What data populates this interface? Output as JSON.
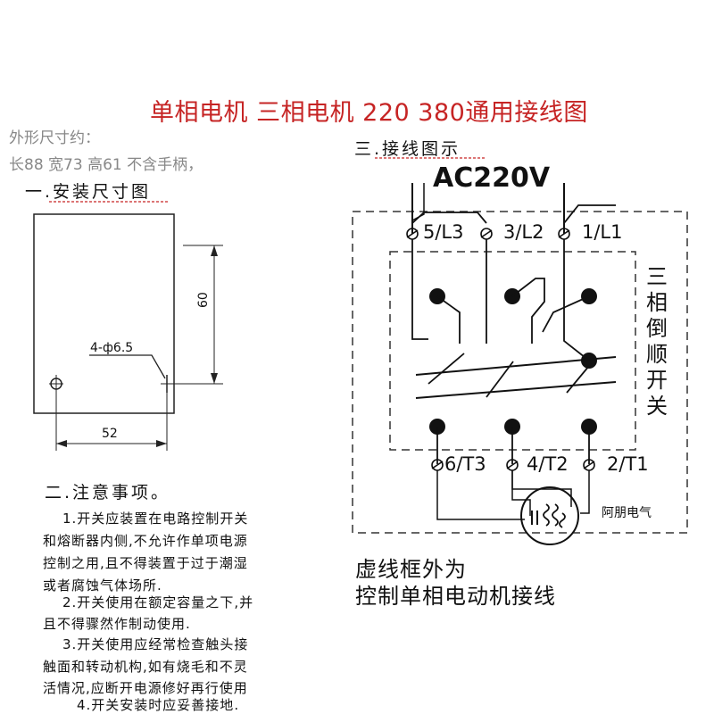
{
  "title": "单相电机 三相电机 220 380通用接线图",
  "dimensions": {
    "label": "外形尺寸约：",
    "values": "长88 宽73 高61 不含手柄，"
  },
  "section1": {
    "heading": "一.安装尺寸图",
    "hole_label": "4-ф6.5",
    "height_value": "60",
    "width_value": "52"
  },
  "section2": {
    "heading": "二.注意事项。",
    "lines": [
      "1.开关应装置在电路控制开关",
      "和熔断器内侧,不允许作单项电源",
      "控制之用,且不得装置于过于潮湿",
      "或者腐蚀气体场所.",
      "2.开关使用在额定容量之下,并",
      "且不得骤然作制动使用.",
      "3.开关使用应经常检查触头接",
      "触面和转动机构,如有烧毛和不灵",
      "活情况,应断开电源修好再行使用",
      "4.开关安装时应妥善接地."
    ]
  },
  "section3": {
    "heading": "三.接线图示",
    "supply": "AC220V",
    "top_terminals": [
      "5/L3",
      "3/L2",
      "1/L1"
    ],
    "bottom_terminals": [
      "6/T3",
      "4/T2",
      "2/T1"
    ],
    "switch_label": "三相倒顺开关",
    "brand": "阿朋电气",
    "footer_line1": "虚线框外为",
    "footer_line2": "控制单相电动机接线"
  }
}
